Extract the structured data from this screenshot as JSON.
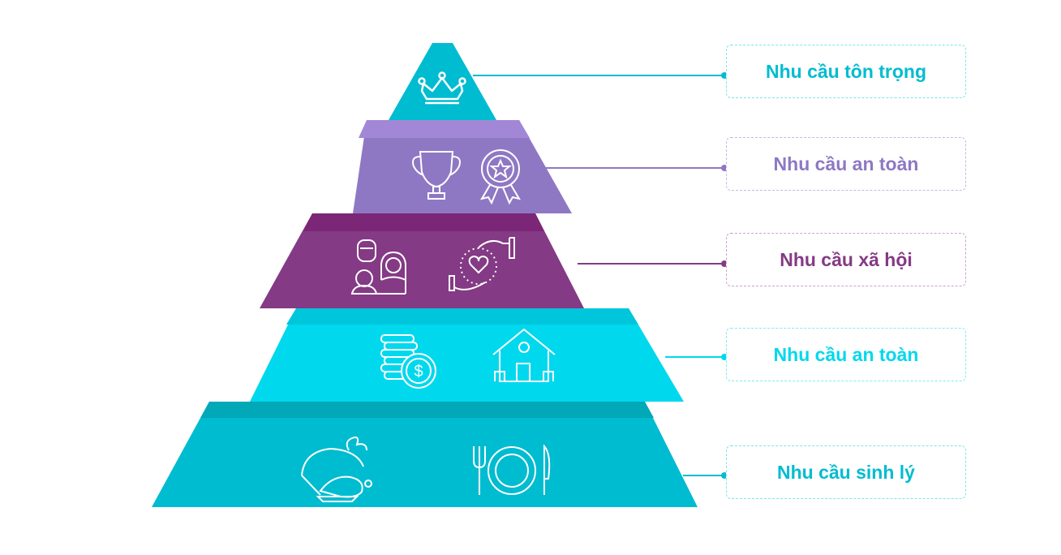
{
  "title": "Nhu cầu pyramid",
  "levels": [
    {
      "label": "Nhu cầu tôn trọng",
      "color": "#00BCD0",
      "icons": [
        "crown-icon"
      ]
    },
    {
      "label": "Nhu cầu an toàn",
      "color": "#8E78C4",
      "icons": [
        "trophy-icon",
        "medal-icon"
      ]
    },
    {
      "label": "Nhu cầu xã hội",
      "color": "#843A84",
      "icons": [
        "family-icon",
        "heart-hands-icon"
      ]
    },
    {
      "label": "Nhu cầu an toàn",
      "color": "#00D8EE",
      "icons": [
        "coins-icon",
        "house-icon"
      ]
    },
    {
      "label": "Nhu cầu sinh lý",
      "color": "#00BCD0",
      "icons": [
        "food-cloche-icon",
        "plate-cutlery-icon"
      ]
    }
  ],
  "colors": {
    "tier1": "#00BCD0",
    "tier2": "#8E78C4",
    "tier2_band": "#A287D6",
    "tier3": "#843A84",
    "tier3_band": "#7B2677",
    "tier4": "#00D8EE",
    "tier4_band": "#00C6DC",
    "tier5": "#00BCD0",
    "tier5_band": "#00A8B8"
  }
}
